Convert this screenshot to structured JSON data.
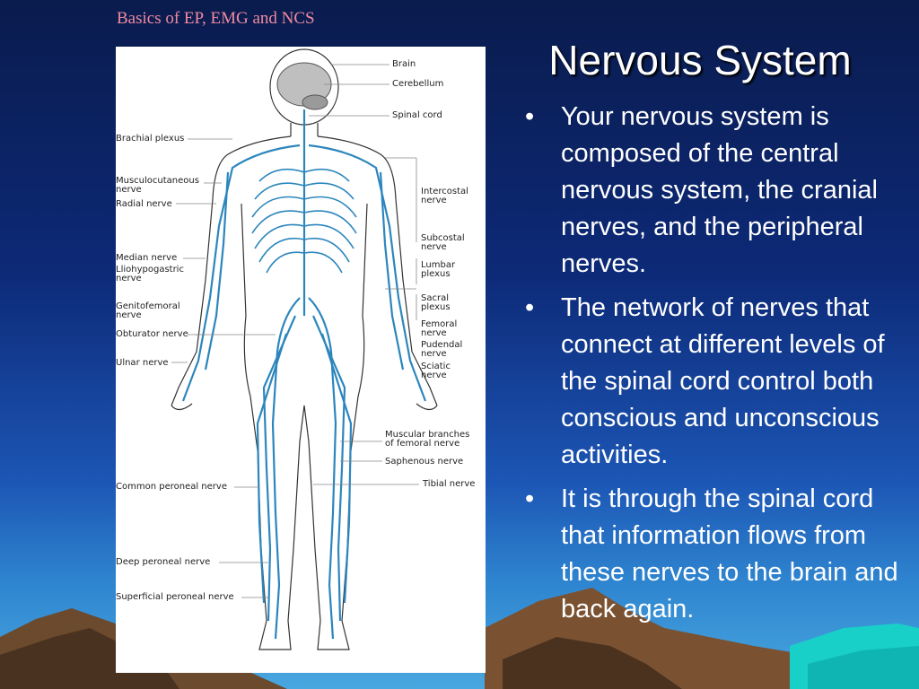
{
  "header": {
    "text": "Basics of EP, EMG and NCS"
  },
  "slide": {
    "title": "Nervous System"
  },
  "bullets": [
    {
      "symbol": "•",
      "text": "Your nervous system is composed of the central nervous system, the cranial nerves, and the peripheral nerves."
    },
    {
      "symbol": "•",
      "text": "The network of nerves that connect at different levels of the spinal cord control both conscious and unconscious activities."
    },
    {
      "symbol": "•",
      "text": "It is through the spinal cord that information flows from these nerves to the brain and back again."
    }
  ],
  "diagram": {
    "labels_left": [
      {
        "id": "brachial-plexus",
        "text": "Brachial plexus"
      },
      {
        "id": "musculocutaneous-nerve",
        "text": "Musculocutaneous\nnerve"
      },
      {
        "id": "radial-nerve",
        "text": "Radial nerve"
      },
      {
        "id": "median-nerve",
        "text": "Median nerve"
      },
      {
        "id": "iliohypogastric-nerve",
        "text": "Lliohypogastric\nnerve"
      },
      {
        "id": "genitofemoral-nerve",
        "text": "Genitofemoral\nnerve"
      },
      {
        "id": "obturator-nerve",
        "text": "Obturator nerve"
      },
      {
        "id": "ulnar-nerve",
        "text": "Ulnar nerve"
      },
      {
        "id": "common-peroneal-nerve",
        "text": "Common peroneal nerve"
      },
      {
        "id": "deep-peroneal-nerve",
        "text": "Deep peroneal nerve"
      },
      {
        "id": "superficial-peroneal-nerve",
        "text": "Superficial peroneal nerve"
      }
    ],
    "labels_right": [
      {
        "id": "brain",
        "text": "Brain"
      },
      {
        "id": "cerebellum",
        "text": "Cerebellum"
      },
      {
        "id": "spinal-cord",
        "text": "Spinal cord"
      },
      {
        "id": "intercostal-nerve",
        "text": "Intercostal\nnerve"
      },
      {
        "id": "subcostal-nerve",
        "text": "Subcostal\nnerve"
      },
      {
        "id": "lumbar-plexus",
        "text": "Lumbar\nplexus"
      },
      {
        "id": "sacral-plexus",
        "text": "Sacral\nplexus"
      },
      {
        "id": "femoral-nerve",
        "text": "Femoral\nnerve"
      },
      {
        "id": "pudendal-nerve",
        "text": "Pudendal\nnerve"
      },
      {
        "id": "sciatic-nerve",
        "text": "Sciatic\nnerve"
      },
      {
        "id": "muscular-branches",
        "text": "Muscular branches\nof femoral nerve"
      },
      {
        "id": "saphenous-nerve",
        "text": "Saphenous nerve"
      },
      {
        "id": "tibial-nerve",
        "text": "Tibial nerve"
      }
    ]
  },
  "colors": {
    "nerve": "#2c86bd",
    "outline": "#333333",
    "header": "#f08aa0",
    "title": "#ffffff"
  }
}
